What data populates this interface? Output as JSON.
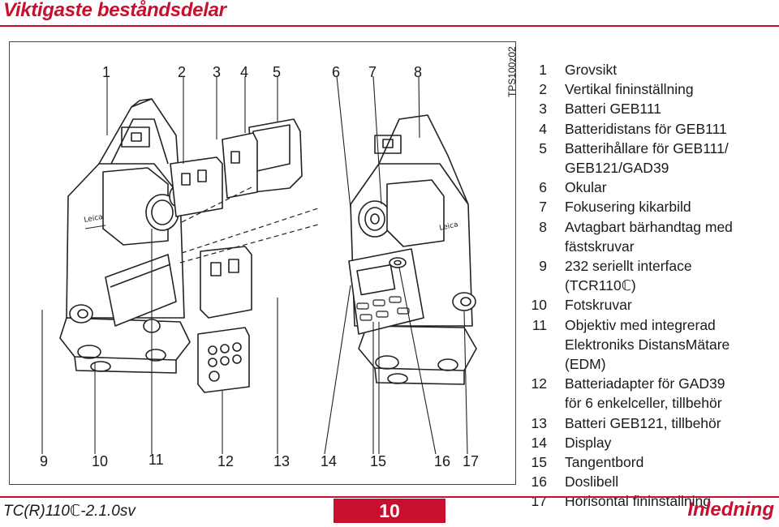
{
  "header": {
    "title": "Viktigaste beståndsdelar"
  },
  "figure": {
    "code": "TPS100z02",
    "callouts_top": [
      "1",
      "2",
      "3",
      "4",
      "5",
      "6",
      "7",
      "8"
    ],
    "callouts_bottom": [
      "9",
      "10",
      "11",
      "12",
      "13",
      "14",
      "15",
      "16",
      "17"
    ]
  },
  "legend": {
    "items": [
      {
        "num": "1",
        "lines": [
          "Grovsikt"
        ]
      },
      {
        "num": "2",
        "lines": [
          "Vertikal fininställning"
        ]
      },
      {
        "num": "3",
        "lines": [
          "Batteri GEB111"
        ]
      },
      {
        "num": "4",
        "lines": [
          "Batteridistans för GEB111"
        ]
      },
      {
        "num": "5",
        "lines": [
          "Batterihållare för GEB111/",
          "GEB121/GAD39"
        ]
      },
      {
        "num": "6",
        "lines": [
          "Okular"
        ]
      },
      {
        "num": "7",
        "lines": [
          "Fokusering kikarbild"
        ]
      },
      {
        "num": "8",
        "lines": [
          "Avtagbart bärhandtag med",
          "fästskruvar"
        ]
      },
      {
        "num": "9",
        "lines": [
          "232 seriellt interface",
          "(TCR110ℂ)"
        ]
      },
      {
        "num": "10",
        "lines": [
          "Fotskruvar"
        ]
      },
      {
        "num": "11",
        "lines": [
          "Objektiv med integrerad",
          "Elektroniks DistansMätare",
          "(EDM)"
        ]
      },
      {
        "num": "12",
        "lines": [
          "Batteriadapter för GAD39",
          "för 6 enkelceller, tillbehör"
        ]
      },
      {
        "num": "13",
        "lines": [
          "Batteri GEB121, tillbehör"
        ]
      },
      {
        "num": "14",
        "lines": [
          "Display"
        ]
      },
      {
        "num": "15",
        "lines": [
          "Tangentbord"
        ]
      },
      {
        "num": "16",
        "lines": [
          "Doslibell"
        ]
      },
      {
        "num": "17",
        "lines": [
          "Horisontal fininställning"
        ]
      }
    ]
  },
  "footer": {
    "doc_code": "TC(R)110ℂ-2.1.0sv",
    "page_number": "10",
    "section": "Inledning"
  },
  "colors": {
    "accent": "#c8102e",
    "text": "#1a1a1a"
  }
}
